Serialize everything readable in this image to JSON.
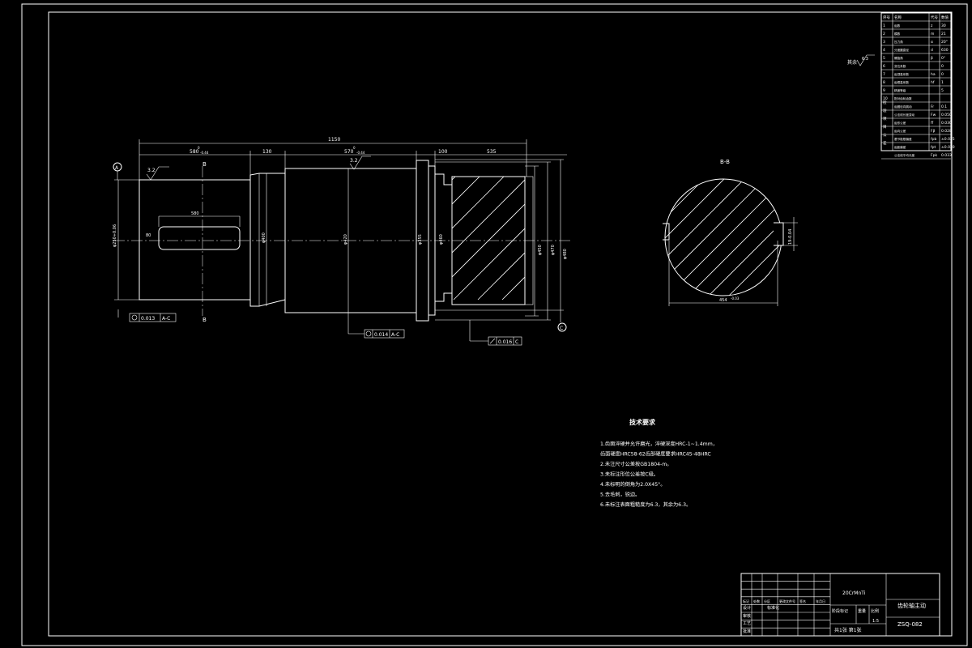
{
  "drawing": {
    "dims": {
      "overall": "1150",
      "seg1": "580",
      "seg1_tol": "-0.44",
      "seg2": "130",
      "seg3": "570",
      "seg3_tol": "-0.44",
      "seg4": "100",
      "seg5": "535",
      "keyway_len": "580",
      "keyway_off": "80",
      "phi_left": "φ250+0.06",
      "phi_mid": "φ400",
      "phi_center": "φ420",
      "phi_shoulder": "φ355",
      "phi_collar": "φ460",
      "phi_gear1": "φ450",
      "phi_gear2": "φ470",
      "phi_right": "φ480",
      "roughness_a": "3.2",
      "roughness_b": "3.2",
      "roughness_note": "其余",
      "roughness_note_val": "6.3",
      "zero_a": "0",
      "zero_b": "0",
      "datum_a": "A",
      "datum_c": "C",
      "section_mark": "B",
      "tol1": "0.013",
      "tol1_ref": "A-C",
      "tol2": "0.014",
      "tol2_ref": "A-C",
      "tol3": "0.016",
      "tol3_ref": "C"
    },
    "section": {
      "label": "B-B",
      "width": "454",
      "width_tol": "-0.03",
      "key": "19-0.04"
    }
  },
  "params": {
    "headers": [
      "序号",
      "名称",
      "代号",
      "数值"
    ],
    "rows": [
      {
        "no": "1",
        "name": "齿数",
        "code": "z",
        "val": "30"
      },
      {
        "no": "2",
        "name": "模数",
        "code": "m",
        "val": "21"
      },
      {
        "no": "3",
        "name": "压力角",
        "code": "α",
        "val": "20°"
      },
      {
        "no": "4",
        "name": "分度圆直径",
        "code": "d",
        "val": "630"
      },
      {
        "no": "5",
        "name": "螺旋角",
        "code": "β",
        "val": "0°"
      },
      {
        "no": "6",
        "name": "变位系数",
        "code": "",
        "val": "0"
      },
      {
        "no": "7",
        "name": "齿顶高系数",
        "code": "ha",
        "val": "0"
      },
      {
        "no": "8",
        "name": "齿根高系数",
        "code": "hf",
        "val": "1"
      },
      {
        "no": "9",
        "name": "精度等级",
        "code": "",
        "val": "5"
      },
      {
        "no": "10",
        "name": "配对齿轮齿数",
        "code": "",
        "val": ""
      },
      {
        "no": "",
        "name": "齿圈径向跳动",
        "code": "Fr",
        "val": "0.1"
      },
      {
        "no": "",
        "name": "公法线长度变动",
        "code": "Fw",
        "val": "0.050"
      },
      {
        "no": "",
        "name": "齿形公差",
        "code": "ff",
        "val": "0.030"
      },
      {
        "no": "",
        "name": "齿向公差",
        "code": "Fβ",
        "val": "0.028"
      },
      {
        "no": "",
        "name": "基节极限偏差",
        "code": "fpb",
        "val": "±0.025"
      },
      {
        "no": "",
        "name": "齿距偏差",
        "code": "fpt",
        "val": "±0.030"
      },
      {
        "no": "",
        "name": "公法线平均长度",
        "code": "Fpk",
        "val": "0.033"
      }
    ],
    "side_label": [
      "检",
      "验",
      "项",
      "目",
      "公",
      "差"
    ]
  },
  "notes": {
    "title": "技术要求",
    "lines": [
      "1.齿面淬硬并允许磨光，淬硬深度HRC-1~1.4mm，",
      "  齿面硬度HRC58-62齿部硬度要求HRC45-48HRC",
      "2.未注尺寸公差按GB1804-m。",
      "3.未标注形位公差按C级。",
      "4.未标明的倒角为2.0X45°。",
      "5.去毛刺，锐边。",
      "6.未标注表面粗糙度为6.3，其余为6.3。"
    ]
  },
  "titleblock": {
    "material": "20CrMnTi",
    "part_name": "齿轮轴主动",
    "drawing_no": "ZSQ-082",
    "scale_label": "阶段标记",
    "weight_label": "重量",
    "ratio_label": "比例",
    "ratio": "1:5",
    "sheet_info": "共1张 第1张",
    "row_labels": [
      "标记",
      "处数",
      "分区",
      "更改文件号",
      "签名",
      "年月日"
    ],
    "design": "设计",
    "review": "审核",
    "process": "工艺",
    "std": "标准化",
    "approve": "批准"
  }
}
